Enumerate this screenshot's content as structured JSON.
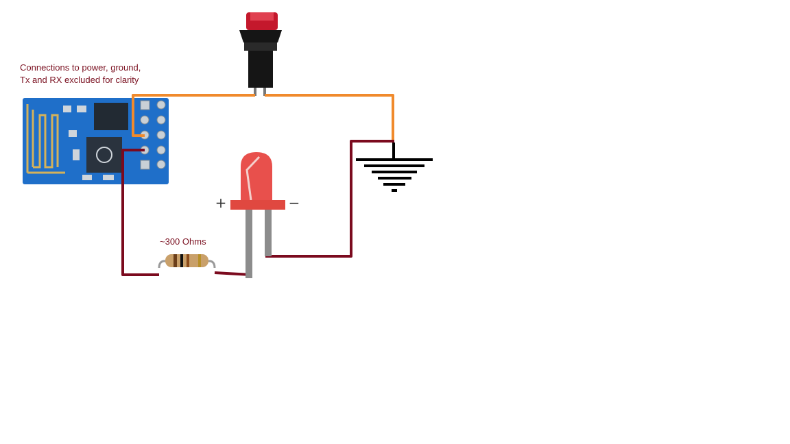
{
  "annotations": {
    "note_line1": "Connections to power, ground,",
    "note_line2": "Tx and RX excluded for clarity",
    "resistor_label": "~300 Ohms",
    "plus_sign": "+",
    "minus_sign": "−"
  },
  "components": {
    "module": "esp8266-wifi-module",
    "switch": "push-button",
    "resistor": "resistor",
    "led": "red-led",
    "ground": "ground-symbol"
  },
  "colors": {
    "annotation_text": "#7a1020",
    "wire_dark_red": "#7b0a1e",
    "wire_orange": "#f08a2c",
    "pcb_blue": "#1f6fc9",
    "led_red": "#e8504c",
    "button_red": "#c4182c",
    "ground": "#000000"
  }
}
